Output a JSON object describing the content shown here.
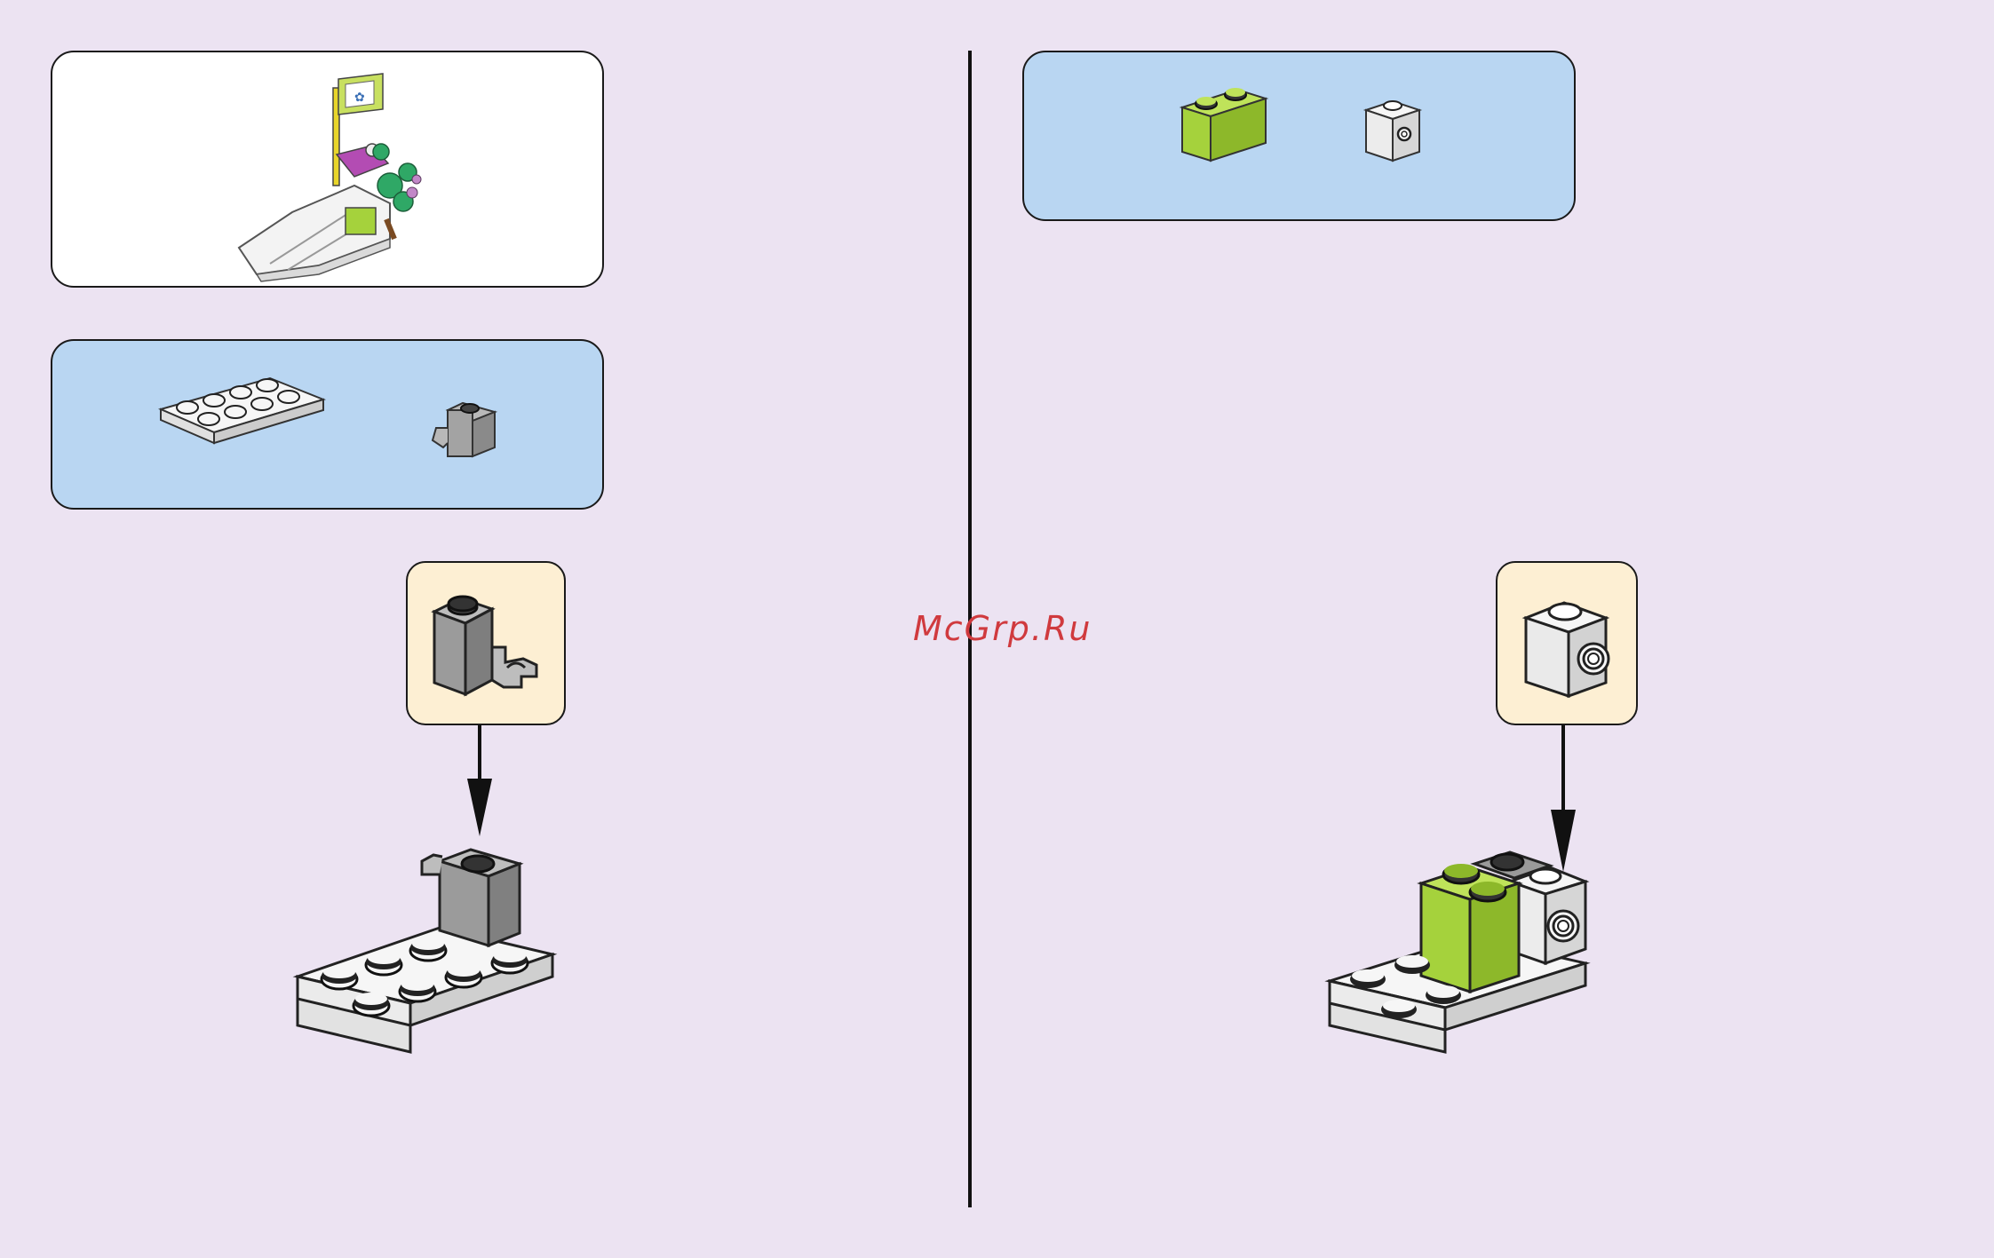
{
  "watermark": {
    "text": "McGrp.Ru"
  },
  "colors": {
    "background": "#ece3f2",
    "parts_panel": "#b9d6f2",
    "callout": "#fdefd3",
    "lime": "#a5d23c",
    "gray": "#9a9a9a",
    "white_brick": "#f2f2f2",
    "watermark": "#d03a3e"
  },
  "left_page": {
    "preview_panel": {
      "content": "completed-model-preview"
    },
    "parts_panel": {
      "parts": [
        "white-plate-2x4",
        "gray-brick-1x1-with-clip"
      ]
    },
    "callout": {
      "part": "gray-brick-1x1-with-clip"
    },
    "assembly": {
      "result": "gray-clip-brick-on-white-plate"
    }
  },
  "right_page": {
    "parts_panel": {
      "parts": [
        "lime-brick-1x2",
        "white-brick-1x1-with-stud-side"
      ]
    },
    "callout": {
      "part": "white-brick-1x1-with-stud-side"
    },
    "assembly": {
      "result": "lime-and-white-bricks-on-plate"
    }
  }
}
